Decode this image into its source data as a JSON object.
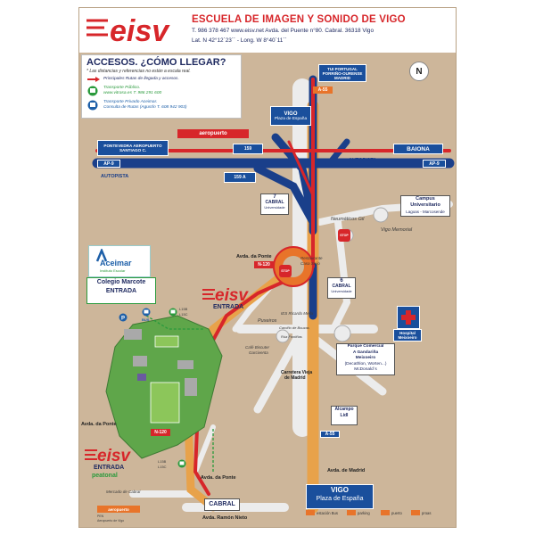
{
  "header": {
    "logo_text": "eisv",
    "school_name": "ESCUELA DE IMAGEN Y SONIDO DE VIGO",
    "contact": "T. 986 378 467   www.eisv.net   Avda. del Puente n°80. Cabral. 36318 Vigo",
    "coords": "Lat. N 42°12´23´´ - Long. W 8°40´11´´"
  },
  "access": {
    "title": "ACCESOS. ¿CÓMO LLEGAR?",
    "note": "* Las distancias y referencias no están a escala real.",
    "legend": [
      {
        "text": "Principales Rutas de llegada y accesos.",
        "style": "red"
      },
      {
        "text": "Transporte Público.",
        "style": "green"
      },
      {
        "text": "www.vitrasa.es   T. 986 291 600",
        "style": "green"
      },
      {
        "text": "Transporte Privado Aceimar.",
        "style": "blue"
      },
      {
        "text": "Consulta de Rutas (Agustín T. 608 942 903)",
        "style": "blue"
      }
    ]
  },
  "compass_label": "N",
  "signs": {
    "portugal": "TUI PORTUGAL PORRIÑO-OURENSE MADRID",
    "a55_top": "A-55",
    "vigo_top_1": "VIGO",
    "vigo_top_2": "Plaza de España",
    "aeropuerto": "aeropuerto",
    "pontevedra": "PONTEVEDRA AEROPUERTO SANTIAGO C.",
    "ap9_left": "AP-9",
    "ap9_right": "AP-9",
    "baiona": "BAIONA",
    "autopista_left": "AUTOPISTA",
    "autopista_right": "AUTOPISTA",
    "exit_159": "159",
    "exit_159a": "159 A",
    "cabral_top": "CABRAL",
    "cabral_top_sub": "Universidade",
    "n7": "7",
    "n6": "6",
    "cabral_mid": "CABRAL",
    "cabral_mid_sub": "Universidade",
    "campus_1": "Campus",
    "campus_2": "Universitario",
    "campus_3": "Lagoas - Marcosende",
    "hospital_1": "Hospital",
    "hospital_2": "Meixoeiro",
    "parque_1": "Parque Comercial",
    "parque_2": "A Gandariña",
    "parque_3": "Meixoeiro",
    "parque_4": "(Decathlon, Worten...)",
    "parque_5": "McDonald´s",
    "alcampo_1": "Alcampo",
    "alcampo_2": "Lidl",
    "a55_bottom": "A-55",
    "n120_top": "N-120",
    "n120_bottom": "N-120",
    "stop_1": "STOP",
    "stop_2": "STOP",
    "vigo_bottom_1": "VIGO",
    "vigo_bottom_2": "Plaza de España",
    "cabral_bottom": "CABRAL",
    "aeropuerto_bottom": "aeropuerto"
  },
  "labels": {
    "neumaticos": "Neumáticos Gil",
    "vigo_memorial": "Vigo Memorial",
    "restaurante_1": "Restaurante",
    "restaurante_2": "Casa Seijo",
    "avda_ponte_top": "Avda. da Ponte",
    "ies": "IES Ricardo Mella",
    "puxeiros": "Puxeiros",
    "camino": "Camiño de Bouzas",
    "rua": "Rúa Fontiñas",
    "cafe_1": "Café Biscuter",
    "cafe_2": "Garciventa",
    "carretera_1": "Carretera Vieja",
    "carretera_2": "de Madrid",
    "avda_madrid": "Avda. de Madrid",
    "avda_ponte_left": "Avda. da Ponte",
    "avda_ponte_bottom": "Avda. da Ponte",
    "mercado": "Mercado de Cabral",
    "ramon_nieto": "Avda. Ramón Nieto",
    "bus_l1": "L15B",
    "bus_l2": "L15C",
    "bus_l3": "L15B",
    "bus_l4": "L15C",
    "bus": "BUS",
    "pen_1": "PEN",
    "pen_2": "Aeropuerto de Vigo"
  },
  "entrances": {
    "colegio_1": "Colegio Marcote",
    "colegio_2": "ENTRADA",
    "aceimar_1": "Aceimar",
    "aceimar_2": "Instituto Escolar",
    "eisv_entrada": "ENTRADA",
    "eisv_entrada_peatonal_1": "ENTRADA",
    "eisv_entrada_peatonal_2": "peatonal"
  },
  "bottom_legend": [
    {
      "label": "estación Bus"
    },
    {
      "label": "parking"
    },
    {
      "label": "puerto"
    },
    {
      "label": "proas"
    }
  ],
  "colors": {
    "red": "#d7262a",
    "navy": "#1a3f8a",
    "orange": "#e8a24a",
    "green": "#5fa64a",
    "background": "#cdb69a"
  }
}
